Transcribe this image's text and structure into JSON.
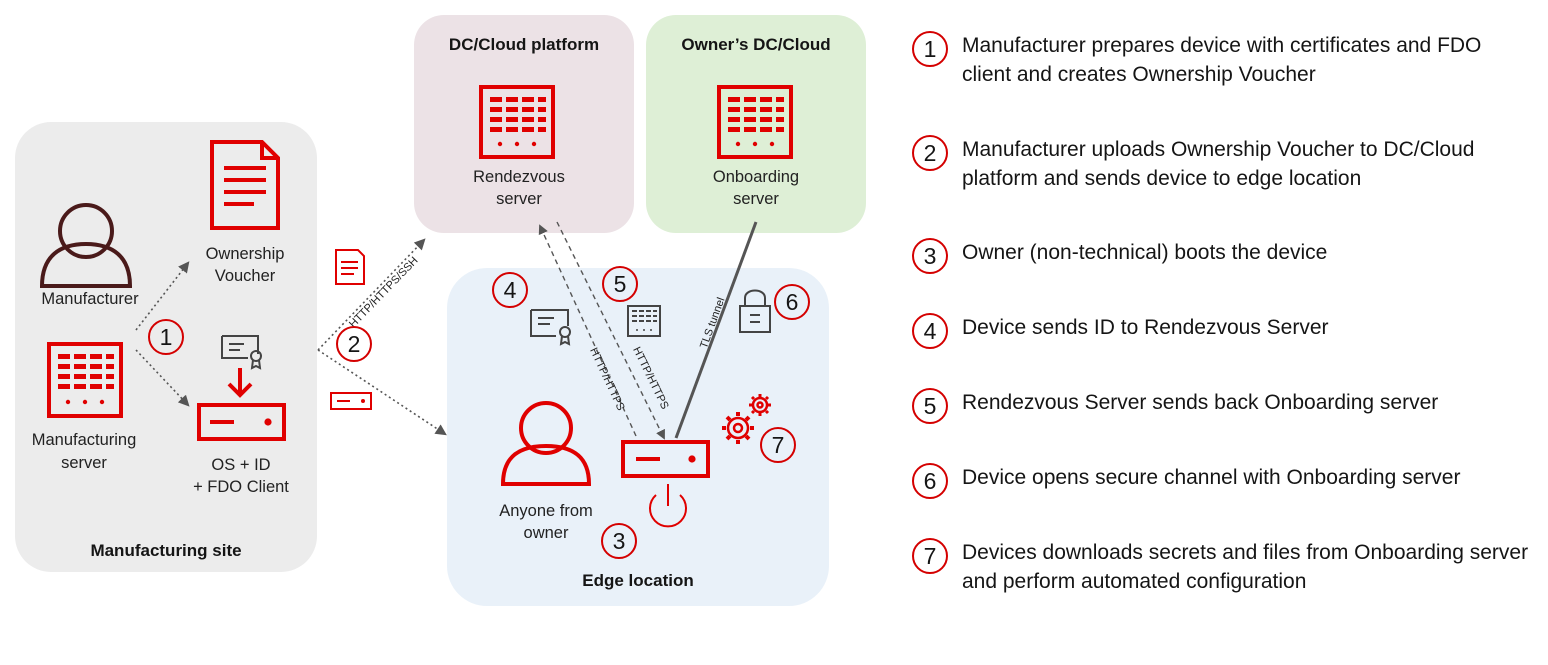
{
  "panels": {
    "manufacturing_site": "Manufacturing site",
    "dc_cloud": "DC/Cloud platform",
    "owners_dc": "Owner’s DC/Cloud",
    "edge": "Edge location"
  },
  "labels": {
    "manufacturer": "Manufacturer",
    "manufacturing_server_1": "Manufacturing",
    "manufacturing_server_2": "server",
    "ownership_voucher_1": "Ownership",
    "ownership_voucher_2": "Voucher",
    "os_id_1": "OS + ID",
    "os_id_2": "+ FDO Client",
    "rendezvous_1": "Rendezvous",
    "rendezvous_2": "server",
    "onboarding_1": "Onboarding",
    "onboarding_2": "server",
    "anyone_1": "Anyone from",
    "anyone_2": "owner"
  },
  "arrow_labels": {
    "http_ssh": "HTTP/HTTPS/SSH",
    "http_1": "HTTP/HTTPS",
    "http_2": "HTTP/HTTPS",
    "tls": "TLS tunnel"
  },
  "markers": [
    "1",
    "2",
    "3",
    "4",
    "5",
    "6",
    "7"
  ],
  "steps": [
    {
      "num": "1",
      "text": "Manufacturer prepares device with certificates and FDO client and creates Ownership Voucher"
    },
    {
      "num": "2",
      "text": "Manufacturer uploads Ownership Voucher to DC/Cloud platform and sends device to edge location"
    },
    {
      "num": "3",
      "text": "Owner (non-technical) boots the device"
    },
    {
      "num": "4",
      "text": "Device sends ID to Rendezvous Server"
    },
    {
      "num": "5",
      "text": "Rendezvous Server sends back Onboarding server"
    },
    {
      "num": "6",
      "text": "Device opens secure channel with Onboarding server"
    },
    {
      "num": "7",
      "text": "Devices downloads secrets and files from Onboarding server and perform automated  configuration"
    }
  ],
  "colors": {
    "accent_red": "#e00000",
    "manufacturing_bg": "#ececec",
    "dc_bg": "#ece2e6",
    "owner_bg": "#deefd6",
    "edge_bg": "#e9f1f9",
    "person_dark": "#4a1a1a"
  }
}
